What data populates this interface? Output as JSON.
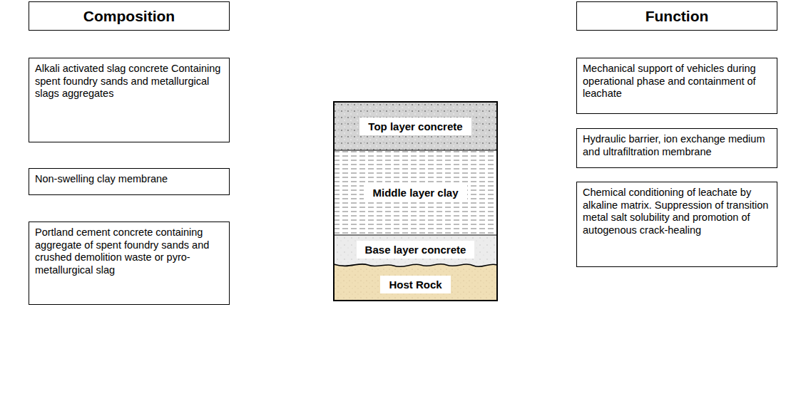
{
  "diagram": {
    "nodes": [
      {
        "text": [
          "Composition"
        ]
      },
      {
        "text": [
          "Alkali activated slag concrete Containing spent foundry sands and metallurgical slags aggregates"
        ]
      },
      {
        "text": [
          "Non-swelling clay membrane"
        ]
      },
      {
        "text": [
          "Portland cement concrete containing aggregate of spent foundry sands and crushed demolition waste or pyro-metallurgical slag"
        ]
      },
      {
        "text": [
          "Top layer concrete"
        ]
      },
      {
        "text": [
          "Middle layer clay"
        ]
      },
      {
        "text": [
          "Base layer concrete"
        ]
      },
      {
        "text": [
          "Host Rock"
        ]
      },
      {
        "text": [
          "Function"
        ]
      },
      {
        "text": [
          "Mechanical support of vehicles during operational phase and containment of leachate"
        ]
      },
      {
        "text": [
          "Hydraulic barrier, ion exchange medium and ultrafiltration membrane"
        ]
      },
      {
        "text": [
          "Chemical conditioning of leachate by alkaline matrix. Suppression of transition metal salt solubility and promotion of autogenous crack-healing"
        ]
      }
    ]
  }
}
